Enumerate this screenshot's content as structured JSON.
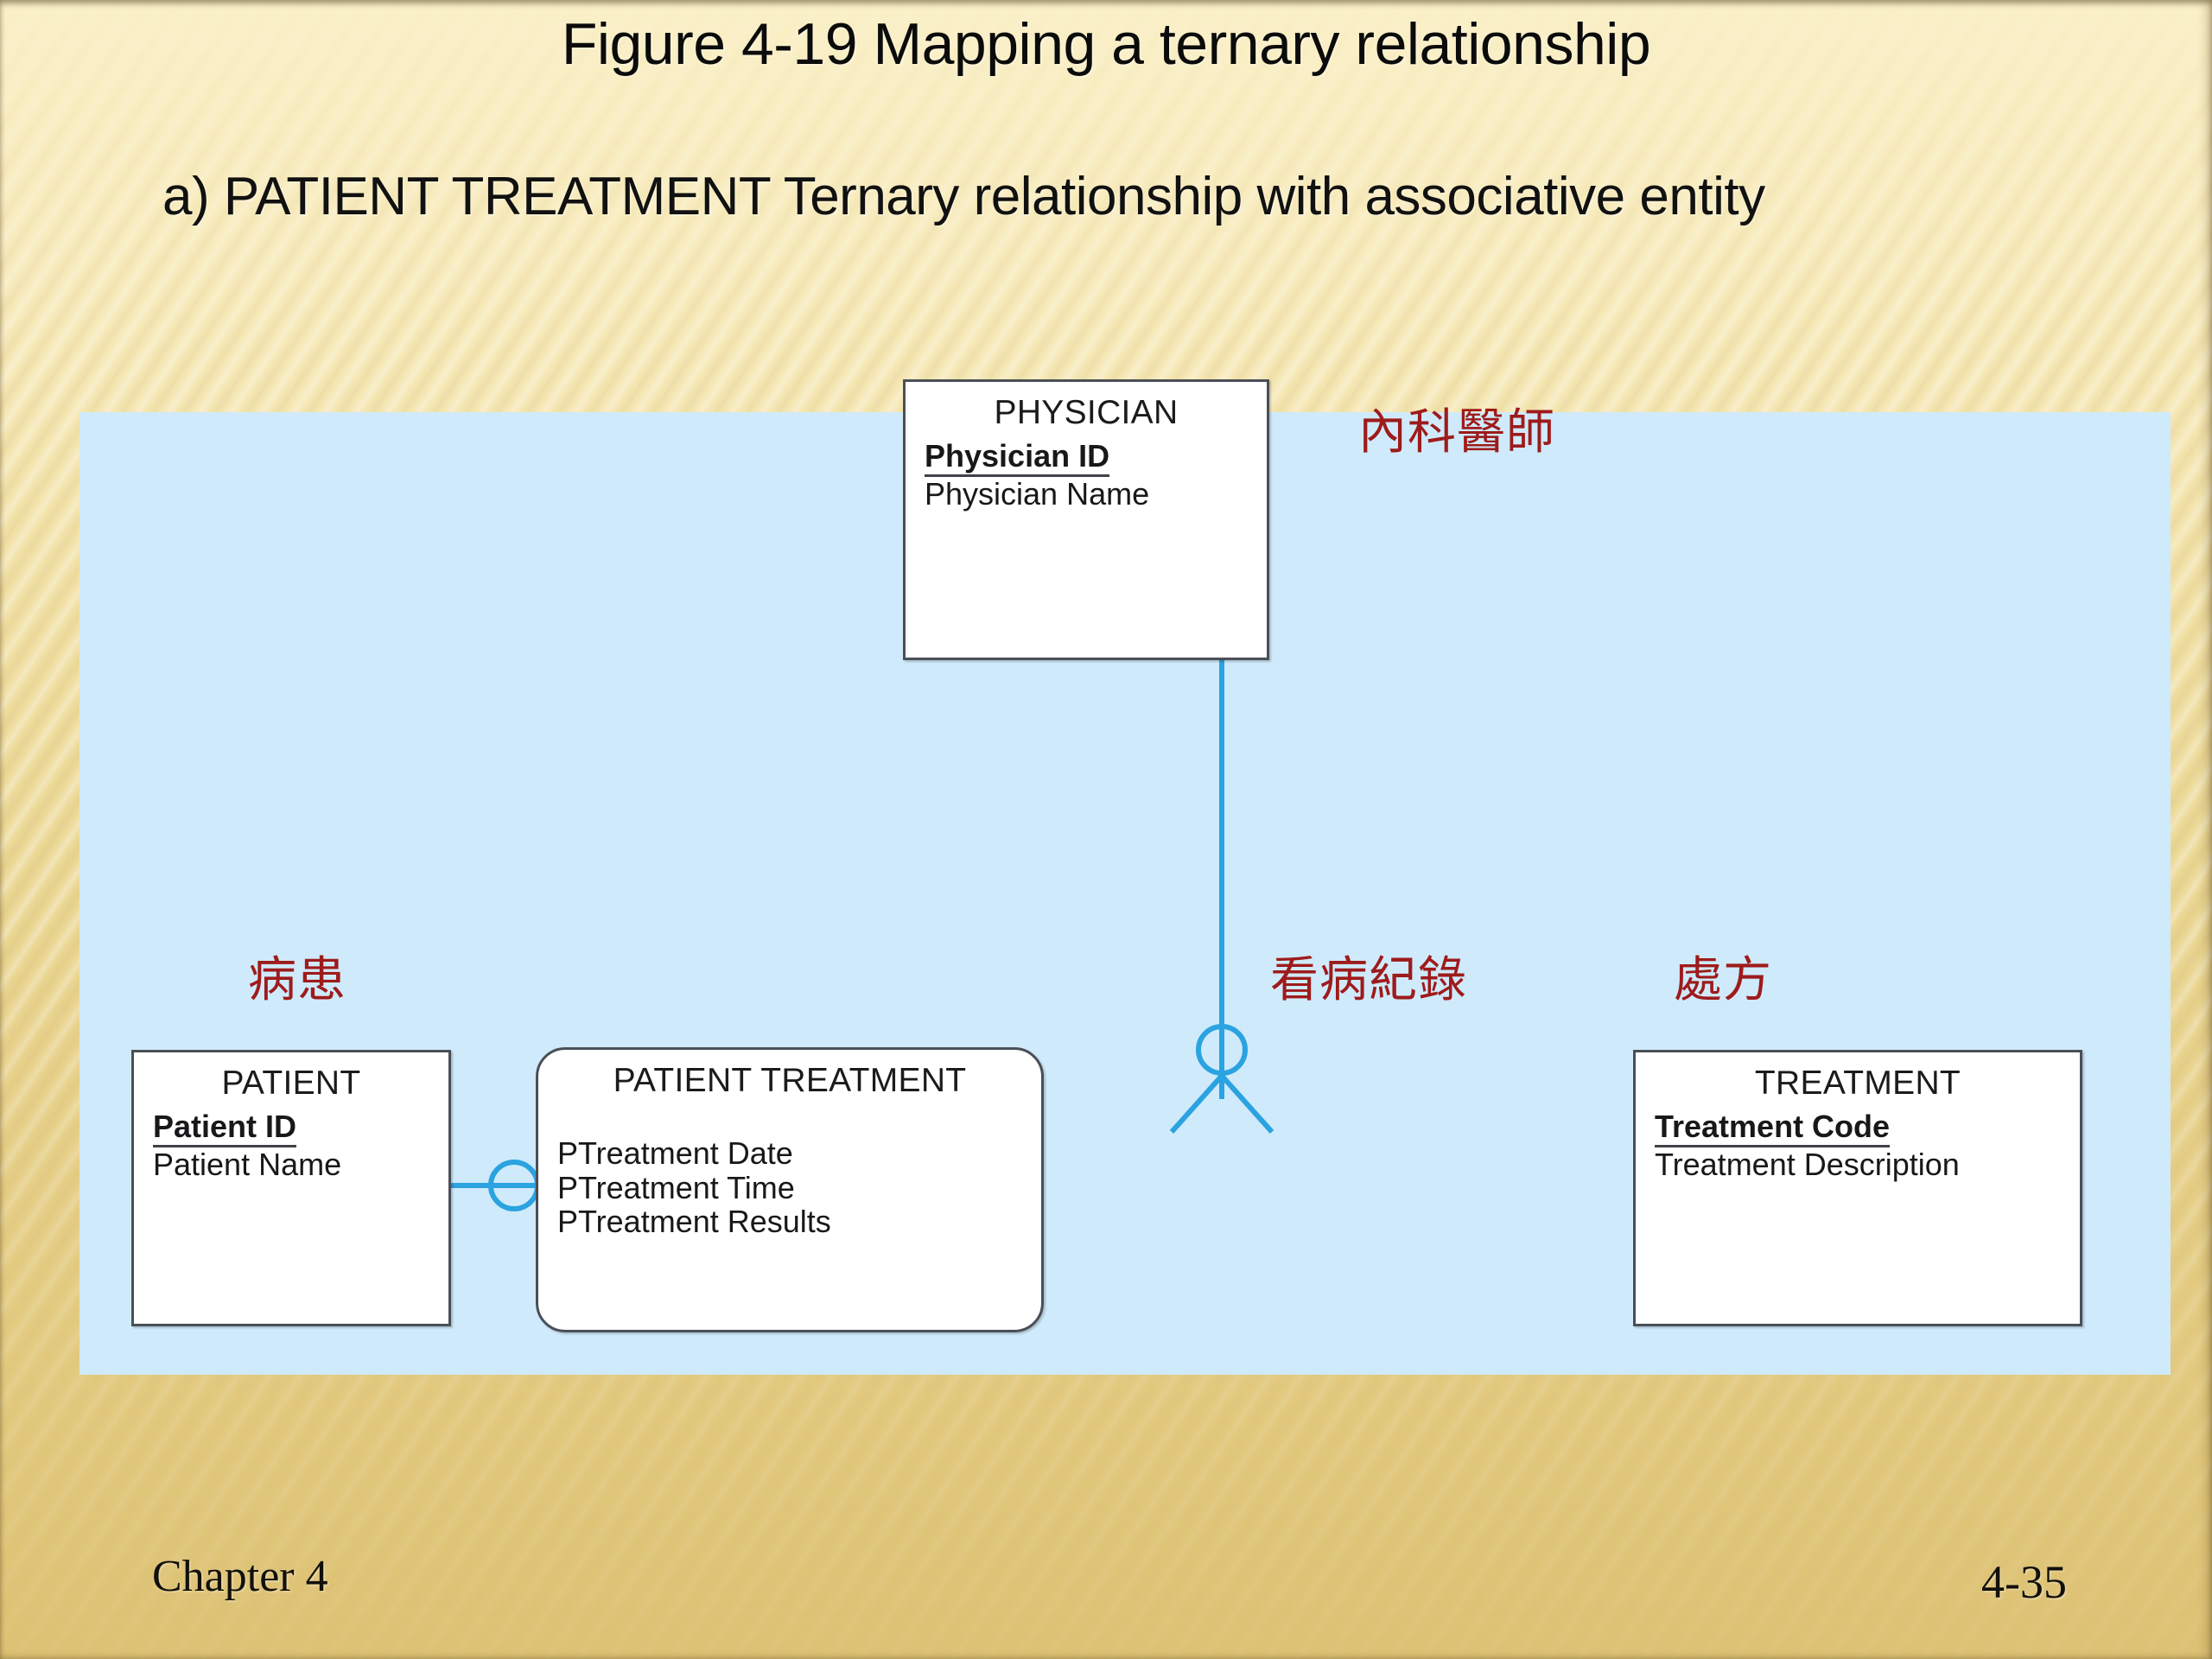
{
  "slide": {
    "title": "Figure 4-19 Mapping a ternary relationship",
    "subtitle": "a) PATIENT TREATMENT Ternary relationship with associative entity",
    "background_color": "#ecd996",
    "panel_color": "#cfeafb",
    "connector_color": "#2aa3e0",
    "annotation_color": "#9e1b1b"
  },
  "diagram": {
    "type": "er-diagram",
    "notation": "crows-foot",
    "entities": [
      {
        "id": "physician",
        "title": "PHYSICIAN",
        "shape": "rectangle",
        "attributes": [
          {
            "label": "Physician ID",
            "key": true
          },
          {
            "label": "Physician Name",
            "key": false
          }
        ]
      },
      {
        "id": "patient",
        "title": "PATIENT",
        "shape": "rectangle",
        "attributes": [
          {
            "label": "Patient ID",
            "key": true
          },
          {
            "label": "Patient Name",
            "key": false
          }
        ]
      },
      {
        "id": "patient-treatment",
        "title": "PATIENT TREATMENT",
        "shape": "rounded-rectangle",
        "associative": true,
        "attributes": [
          {
            "label": "PTreatment Date",
            "key": false
          },
          {
            "label": "PTreatment Time",
            "key": false
          },
          {
            "label": "PTreatment Results",
            "key": false
          }
        ]
      },
      {
        "id": "treatment",
        "title": "TREATMENT",
        "shape": "rectangle",
        "attributes": [
          {
            "label": "Treatment Code",
            "key": true
          },
          {
            "label": "Treatment Description",
            "key": false
          }
        ]
      }
    ],
    "relationships": [
      {
        "id": "physician-to-patient-treatment",
        "from": "physician",
        "to": "patient-treatment",
        "from_cardinality": "one-mandatory",
        "to_cardinality": "zero-or-many",
        "orientation": "vertical"
      },
      {
        "id": "patient-to-patient-treatment",
        "from": "patient",
        "to": "patient-treatment",
        "from_cardinality": "one-mandatory",
        "to_cardinality": "zero-or-many",
        "orientation": "horizontal"
      },
      {
        "id": "patient-treatment-to-treatment",
        "from": "patient-treatment",
        "to": "treatment",
        "from_cardinality": "zero-or-many",
        "to_cardinality": "one-mandatory",
        "orientation": "horizontal"
      }
    ],
    "annotations": [
      {
        "id": "physician-note",
        "text": "內科醫師"
      },
      {
        "id": "patient-note",
        "text": "病患"
      },
      {
        "id": "patient-treatment-note",
        "text": "看病紀錄"
      },
      {
        "id": "treatment-note",
        "text": "處方"
      }
    ]
  },
  "footer": {
    "chapter": "Chapter 4",
    "page_number": "4-35"
  }
}
